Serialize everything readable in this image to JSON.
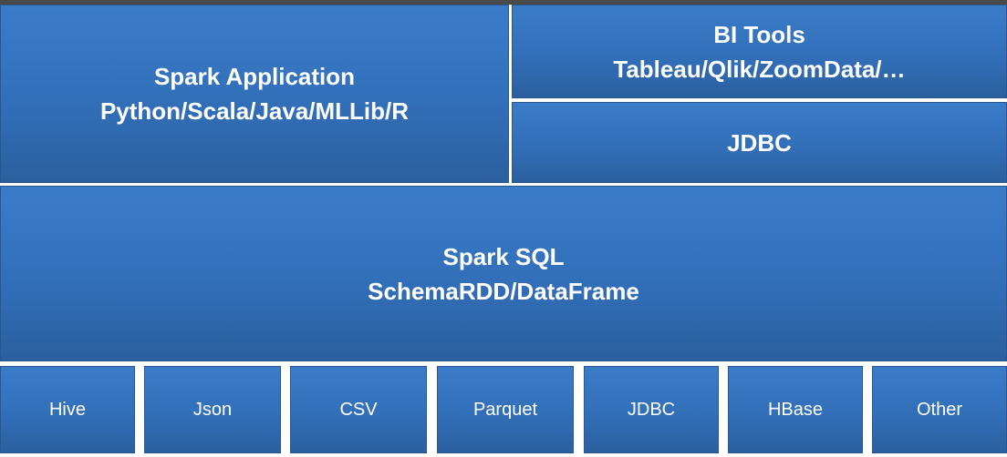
{
  "spark_application": {
    "title": "Spark Application",
    "subtitle": "Python/Scala/Java/MLLib/R"
  },
  "bi_tools": {
    "title": "BI Tools",
    "subtitle": "Tableau/Qlik/ZoomData/…"
  },
  "jdbc_layer": {
    "title": "JDBC"
  },
  "spark_sql": {
    "title": "Spark SQL",
    "subtitle": "SchemaRDD/DataFrame"
  },
  "data_sources": [
    "Hive",
    "Json",
    "CSV",
    "Parquet",
    "JDBC",
    "HBase",
    "Other"
  ]
}
